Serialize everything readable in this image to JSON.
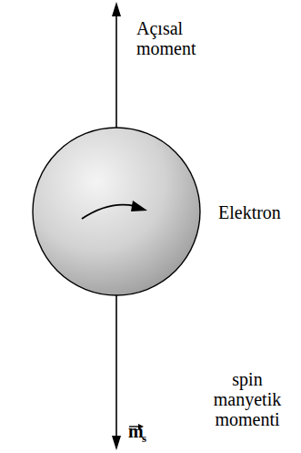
{
  "diagram": {
    "labels": [
      "Açısal moment",
      "Elektron",
      "m",
      "s",
      "spin manyetik momenti"
    ]
  }
}
